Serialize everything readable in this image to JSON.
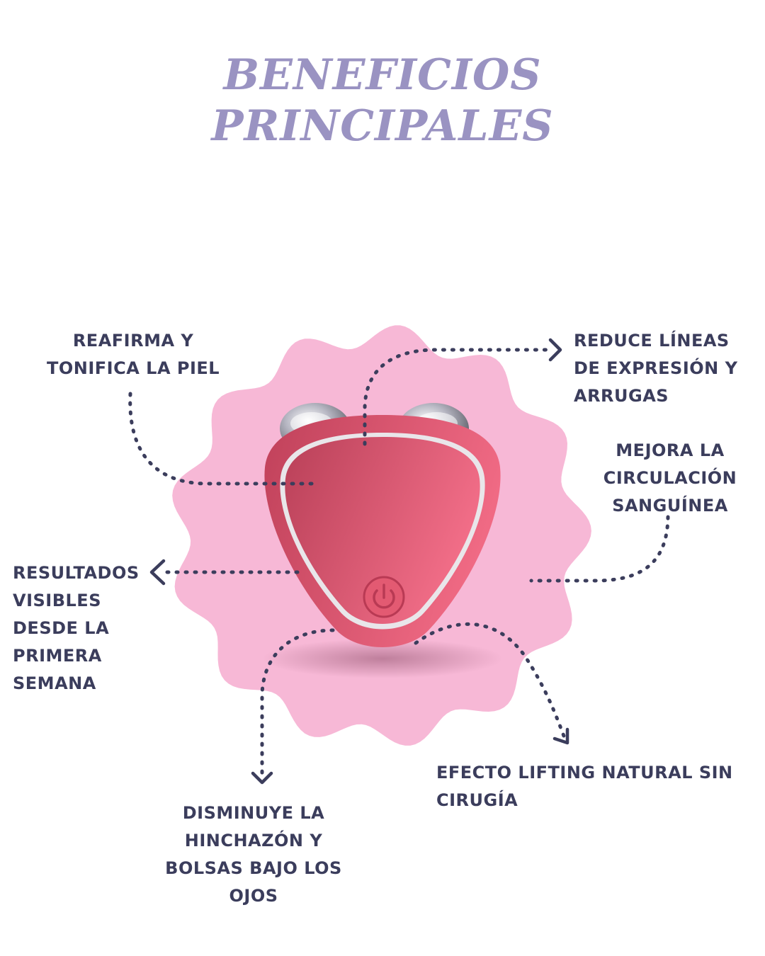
{
  "title": {
    "line1": "BENEFICIOS",
    "line2": "PRINCIPALES"
  },
  "colors": {
    "title": "#9a93c2",
    "text": "#3b3d5c",
    "blob": "#f7b8d6",
    "device": "#d9506a",
    "arrow": "#3b3d5c"
  },
  "benefits": {
    "firm": {
      "lines": [
        "REAFIRMA Y",
        "TONIFICA LA PIEL"
      ]
    },
    "lines": {
      "lines": [
        "REDUCE LÍNEAS",
        "DE EXPRESIÓN Y",
        "ARRUGAS"
      ]
    },
    "circ": {
      "lines": [
        "MEJORA LA",
        "CIRCULACIÓN",
        "SANGUÍNEA"
      ]
    },
    "results": {
      "lines": [
        "RESULTADOS",
        "VISIBLES",
        "DESDE LA",
        "PRIMERA",
        "SEMANA"
      ]
    },
    "lift": {
      "lines": [
        "EFECTO LIFTING NATURAL SIN",
        "CIRUGÍA"
      ]
    },
    "swell": {
      "lines": [
        "DISMINUYE LA",
        "HINCHAZÓN Y",
        "BOLSAS BAJO LOS",
        "OJOS"
      ]
    }
  },
  "device": {
    "icon": "power-icon"
  }
}
